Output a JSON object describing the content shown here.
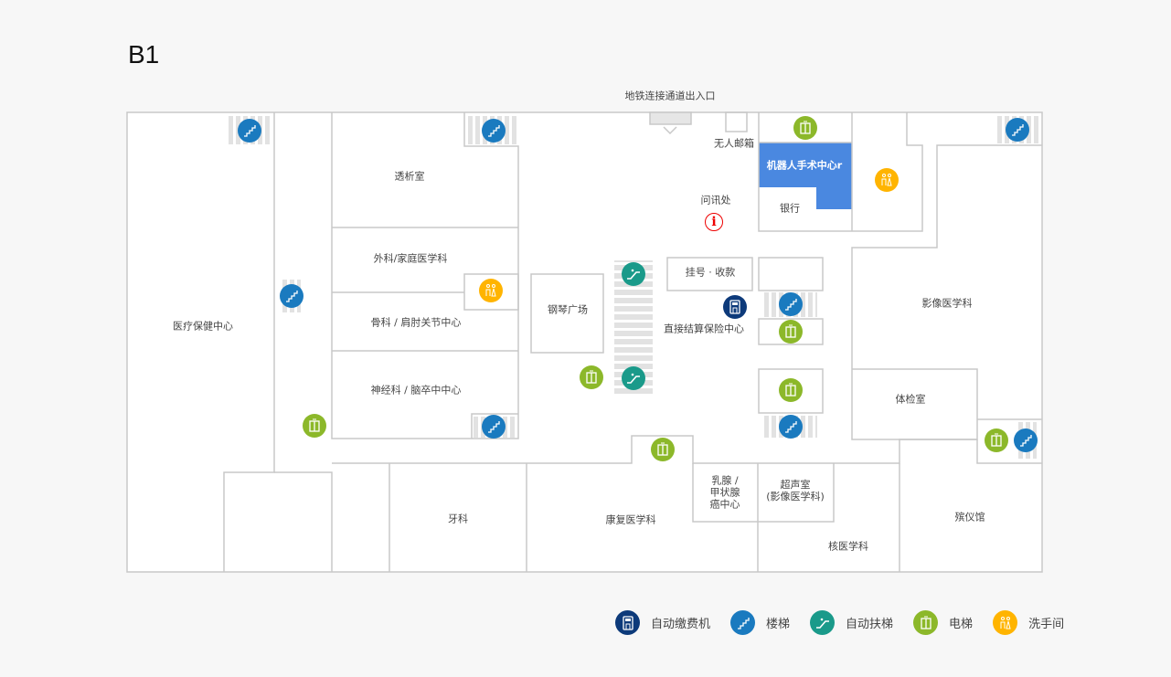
{
  "floor_title": "B1",
  "subway_entrance": "地铁连接通道出入口",
  "rooms": {
    "health_center": "医疗保健中心",
    "dialysis": "透析室",
    "surgery": "外科/家庭医学科",
    "ortho": "骨科 / 肩肘关节中心",
    "neuro": "神经科 / 脑卒中中心",
    "piano": "钢琴广场",
    "registration": "挂号 · 收款",
    "insurance": "直接结算保险中心",
    "mailbox": "无人邮箱",
    "info_desk": "问讯处",
    "robot_surgery": "机器人手术中心r",
    "bank": "银行",
    "imaging": "影像医学科",
    "checkup": "体检室",
    "dental": "牙科",
    "rehab": "康复医学科",
    "breast": "乳腺 /\n甲状腺\n癌中心",
    "ultrasound": "超声室\n(影像医学科)",
    "nuclear": "核医学科",
    "funeral": "殡仪馆"
  },
  "info_symbol": "i",
  "colors": {
    "stairs": "#1a7abf",
    "elevator": "#8cb82a",
    "escalator": "#1a9a8a",
    "restroom": "#ffb400",
    "kiosk": "#0d3a7a",
    "highlight": "#4a88e0"
  },
  "legend": [
    {
      "icon": "kiosk-icon",
      "label": "自动缴费机"
    },
    {
      "icon": "stairs-icon",
      "label": "楼梯"
    },
    {
      "icon": "escalator-icon",
      "label": "自动扶梯"
    },
    {
      "icon": "elevator-icon",
      "label": "电梯"
    },
    {
      "icon": "restroom-icon",
      "label": "洗手间"
    }
  ]
}
